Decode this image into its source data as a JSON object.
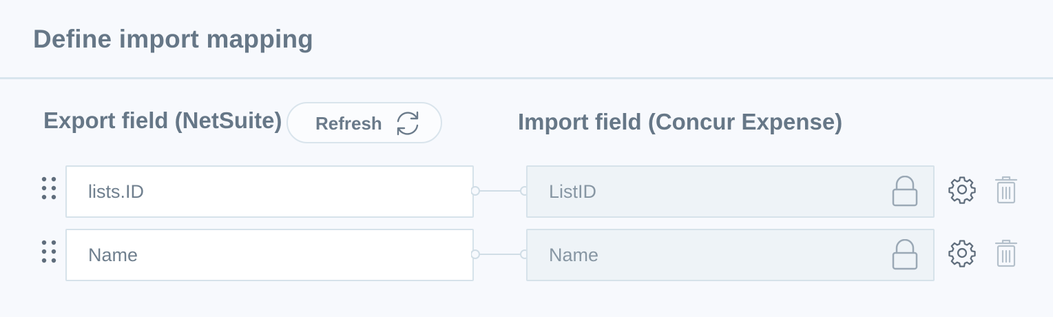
{
  "header": {
    "title": "Define import mapping"
  },
  "columns": {
    "export_title": "Export field (NetSuite)",
    "import_title": "Import field (Concur Expense)"
  },
  "refresh": {
    "label": "Refresh",
    "icon": "refresh-icon"
  },
  "rows": [
    {
      "export_value": "lists.ID",
      "import_value": "ListID",
      "locked": true
    },
    {
      "export_value": "Name",
      "import_value": "Name",
      "locked": true
    }
  ],
  "icons": {
    "drag": "drag-handle-icon",
    "lock": "lock-icon",
    "settings": "gear-icon",
    "delete": "trash-icon"
  },
  "colors": {
    "background": "#f7f9fd",
    "text": "#667787",
    "border": "#d6e2ea",
    "locked_field": "#eef3f7"
  }
}
